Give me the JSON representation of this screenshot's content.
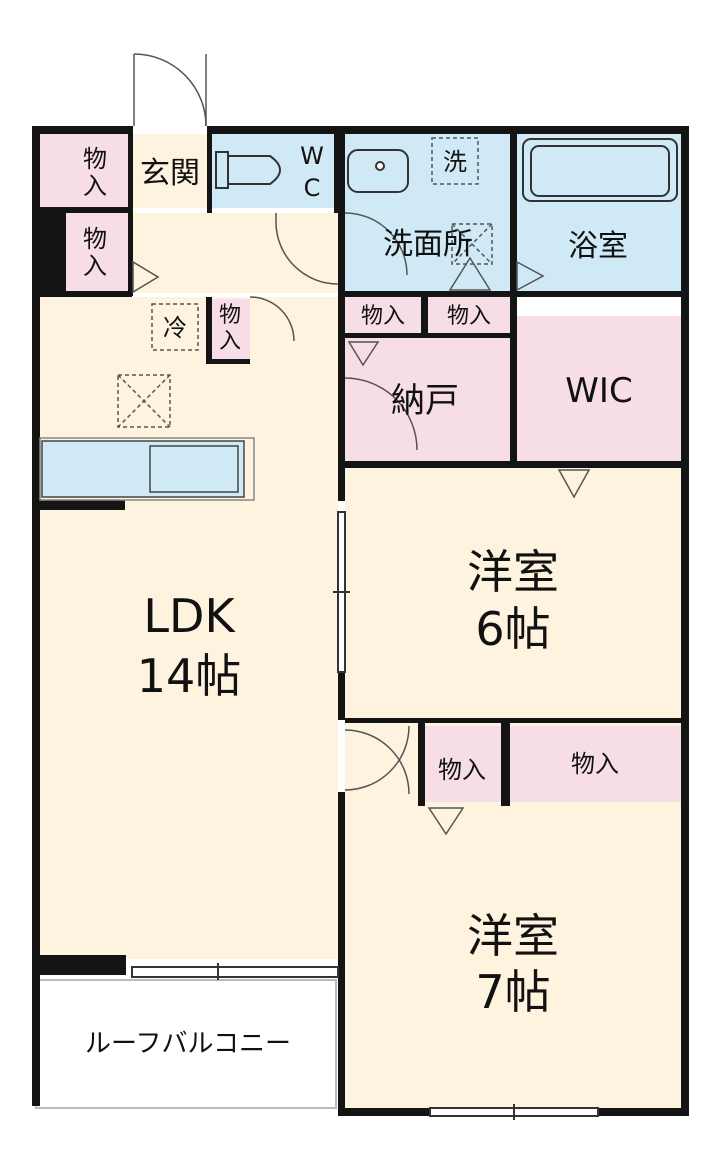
{
  "rooms": {
    "ldk": {
      "name": "LDK",
      "size": "14帖"
    },
    "western6": {
      "name": "洋室",
      "size": "6帖"
    },
    "western7": {
      "name": "洋室",
      "size": "7帖"
    },
    "wic": "WIC",
    "nando": "納戸",
    "bath": "浴室",
    "washroom": "洗面所",
    "entrance": "玄関",
    "wc_w": "W",
    "wc_c": "C",
    "balcony": "ルーフバルコニー"
  },
  "storage": {
    "vertical_top": "物",
    "vertical_bottom": "入",
    "horizontal": "物入"
  },
  "marks": {
    "washer": "洗",
    "fridge": "冷"
  },
  "colors": {
    "wall": "#141414",
    "wet_area": "#cfeaf6",
    "storage": "#f7dde6",
    "room_floor": "#fdf3de",
    "balcony": "#ffffff"
  }
}
